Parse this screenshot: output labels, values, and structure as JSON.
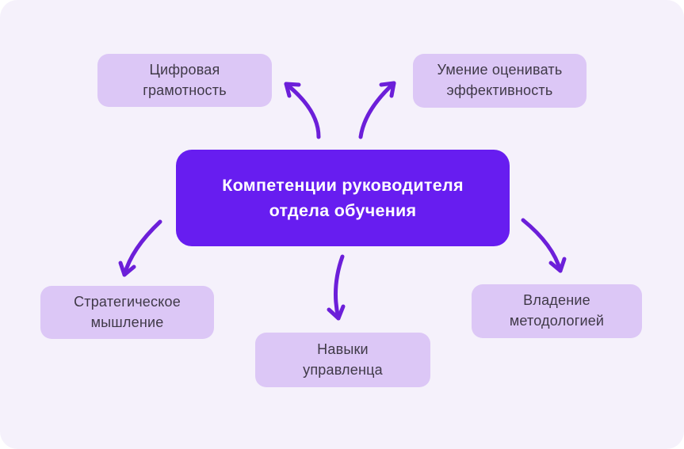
{
  "diagram": {
    "center": {
      "label": "Компетенции руководителя\nотдела обучения"
    },
    "nodes": [
      {
        "id": "digital-literacy",
        "label": "Цифровая\nграмотность"
      },
      {
        "id": "evaluate-effectiveness",
        "label": "Умение оценивать\nэффективность"
      },
      {
        "id": "strategic-thinking",
        "label": "Стратегическое\nмышление"
      },
      {
        "id": "management-skills",
        "label": "Навыки\nуправленца"
      },
      {
        "id": "methodology-mastery",
        "label": "Владение\nметодологией"
      }
    ]
  },
  "colors": {
    "canvas-bg": "#f5f1fb",
    "node-bg": "#dcc7f6",
    "node-text": "#3f3947",
    "center-bg": "#671df0",
    "center-text": "#ffffff",
    "arrow": "#6c1fd9"
  }
}
